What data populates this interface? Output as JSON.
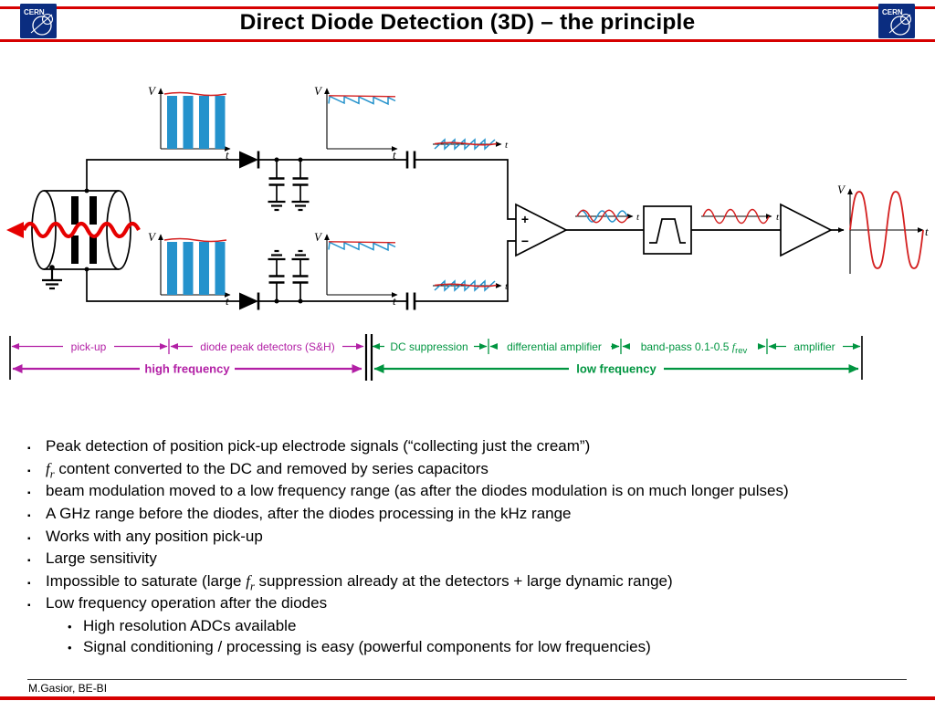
{
  "header": {
    "title": "Direct Diode Detection (3D) – the principle",
    "cern_logo_text": "CERN"
  },
  "diagram": {
    "axis_v": "V",
    "axis_t": "t",
    "amp_plus": "+",
    "amp_minus": "−",
    "stages": [
      {
        "label": "pick-up",
        "color": "#b21fa5"
      },
      {
        "label": "diode peak detectors (S&H)",
        "color": "#b21fa5"
      },
      {
        "label": "DC suppression",
        "color": "#009540"
      },
      {
        "label": "differential amplifier",
        "color": "#009540"
      },
      {
        "label": "band-pass 0.1-0.5 ",
        "italic": "f",
        "sub": "rev",
        "color": "#009540"
      },
      {
        "label": "amplifier",
        "color": "#009540"
      }
    ],
    "bands": [
      {
        "label": "high frequency",
        "color": "#b21fa5"
      },
      {
        "label": "low frequency",
        "color": "#009540"
      }
    ]
  },
  "bullets": {
    "marker_main": "▪",
    "marker_sub": "•",
    "items": [
      {
        "level": 1,
        "segments": [
          {
            "t": "Peak detection of position pick-up electrode signals (“collecting just the cream”)"
          }
        ]
      },
      {
        "level": 1,
        "segments": [
          {
            "t": "f",
            "i": true,
            "sub": "r"
          },
          {
            "t": " content converted to the DC and removed by series capacitors"
          }
        ]
      },
      {
        "level": 1,
        "segments": [
          {
            "t": "beam modulation moved to a low frequency range (as after the diodes modulation is on much longer pulses)"
          }
        ]
      },
      {
        "level": 1,
        "segments": [
          {
            "t": "A GHz range before the diodes, after the diodes processing in the kHz range"
          }
        ]
      },
      {
        "level": 1,
        "segments": [
          {
            "t": "Works with any position pick-up"
          }
        ]
      },
      {
        "level": 1,
        "segments": [
          {
            "t": "Large sensitivity"
          }
        ]
      },
      {
        "level": 1,
        "segments": [
          {
            "t": "Impossible to saturate (large "
          },
          {
            "t": "f",
            "i": true,
            "sub": "r"
          },
          {
            "t": " suppression already at the detectors + large dynamic range)"
          }
        ]
      },
      {
        "level": 1,
        "segments": [
          {
            "t": "Low frequency operation after the diodes"
          }
        ]
      },
      {
        "level": 2,
        "segments": [
          {
            "t": "High resolution ADCs available"
          }
        ]
      },
      {
        "level": 2,
        "segments": [
          {
            "t": "Signal conditioning / processing is easy (powerful components for low frequencies)"
          }
        ]
      }
    ]
  },
  "footer": {
    "credit": "M.Gasior, BE-BI"
  },
  "colors": {
    "rule_red": "#d60000",
    "high_freq_magenta": "#b21fa5",
    "low_freq_green": "#009540",
    "signal_blue": "#2492cc",
    "signal_red": "#d42020",
    "cern_blue": "#0b2d80"
  }
}
